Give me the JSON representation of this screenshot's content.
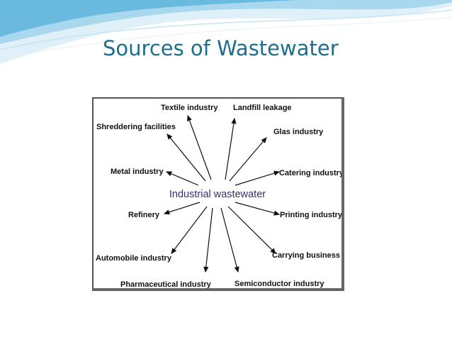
{
  "slide": {
    "title": "Sources of Wastewater"
  },
  "diagram": {
    "center": "Industrial wastewater",
    "sources": [
      "Textile industry",
      "Landfill leakage",
      "Shreddering facilities",
      "Glas industry",
      "Metal industry",
      "Catering industry",
      "Refinery",
      "Printing industry",
      "Automobile industry",
      "Carrying business",
      "Pharmaceutical industry",
      "Semiconductor industry"
    ]
  },
  "colors": {
    "title": "#1e6e8c",
    "center_text": "#34306e",
    "wave_light": "#dff0f8",
    "wave_mid": "#a9d8ee",
    "wave_dark": "#5fb4dc"
  }
}
